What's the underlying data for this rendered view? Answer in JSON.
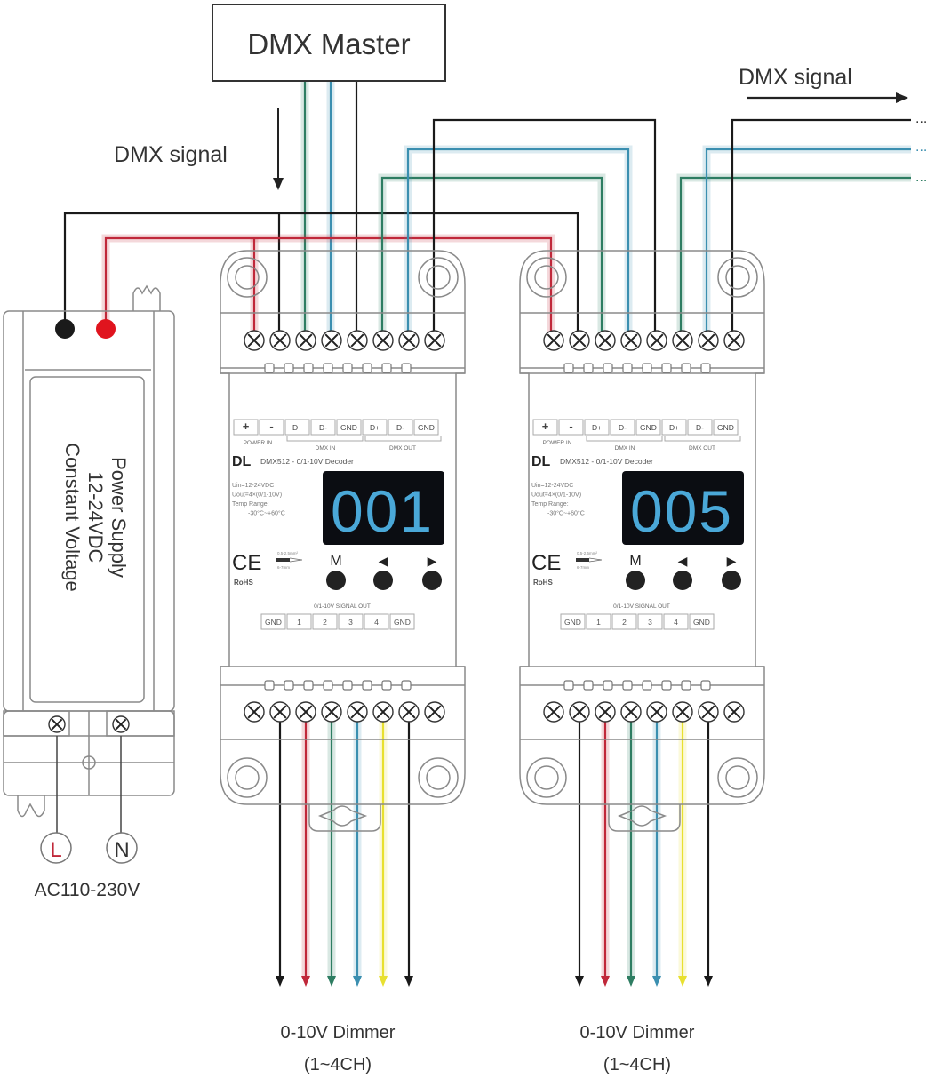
{
  "master": {
    "label": "DMX Master"
  },
  "signal_in": {
    "label": "DMX signal"
  },
  "signal_out": {
    "label": "DMX signal",
    "continuation": "..."
  },
  "power_supply": {
    "line1": "Power Supply",
    "line2": "12-24VDC",
    "line3": "Constant Voltage",
    "input_terminals": [
      "L",
      "N"
    ],
    "input_label": "AC110-230V"
  },
  "decoders": [
    {
      "brand": "DL",
      "model": "DMX512 - 0/1-10V Decoder",
      "display": "001",
      "specs": [
        "Uin=12-24VDC",
        "Uout=4×(0/1-10V)",
        "Temp Range:",
        "-30°C~+60°C"
      ],
      "top_terminals": [
        "+",
        "-",
        "D+",
        "D-",
        "GND",
        "D+",
        "D-",
        "GND"
      ],
      "top_groups": [
        "POWER IN",
        "DMX IN",
        "DMX OUT"
      ],
      "buttons": [
        "M",
        "◀",
        "▶"
      ],
      "cert": [
        "CE",
        "RoHS"
      ],
      "wire_spec": [
        "0.5-2.5mm²",
        "6-7mm"
      ],
      "out_title": "0/1-10V SIGNAL OUT",
      "out_terminals": [
        "GND",
        "1",
        "2",
        "3",
        "4",
        "GND"
      ],
      "output_label": "0-10V Dimmer",
      "output_sub": "(1~4CH)"
    },
    {
      "brand": "DL",
      "model": "DMX512 - 0/1-10V Decoder",
      "display": "005",
      "specs": [
        "Uin=12-24VDC",
        "Uout=4×(0/1-10V)",
        "Temp Range:",
        "-30°C~+60°C"
      ],
      "top_terminals": [
        "+",
        "-",
        "D+",
        "D-",
        "GND",
        "D+",
        "D-",
        "GND"
      ],
      "top_groups": [
        "POWER IN",
        "DMX IN",
        "DMX OUT"
      ],
      "buttons": [
        "M",
        "◀",
        "▶"
      ],
      "cert": [
        "CE",
        "RoHS"
      ],
      "wire_spec": [
        "0.5-2.5mm²",
        "6-7mm"
      ],
      "out_title": "0/1-10V SIGNAL OUT",
      "out_terminals": [
        "GND",
        "1",
        "2",
        "3",
        "4",
        "GND"
      ],
      "output_label": "0-10V Dimmer",
      "output_sub": "(1~4CH)"
    }
  ],
  "colors": {
    "black": "#1a1a1a",
    "red": "#c0283a",
    "green": "#2e7d62",
    "blue": "#3b8fb0",
    "yellow": "#e8e030",
    "display_bg": "#0b0d12",
    "display_digit": "#4aa8d8",
    "ps_red": "#e0141e"
  },
  "output_wire_colors": [
    "black",
    "red",
    "green",
    "blue",
    "yellow",
    "black"
  ]
}
